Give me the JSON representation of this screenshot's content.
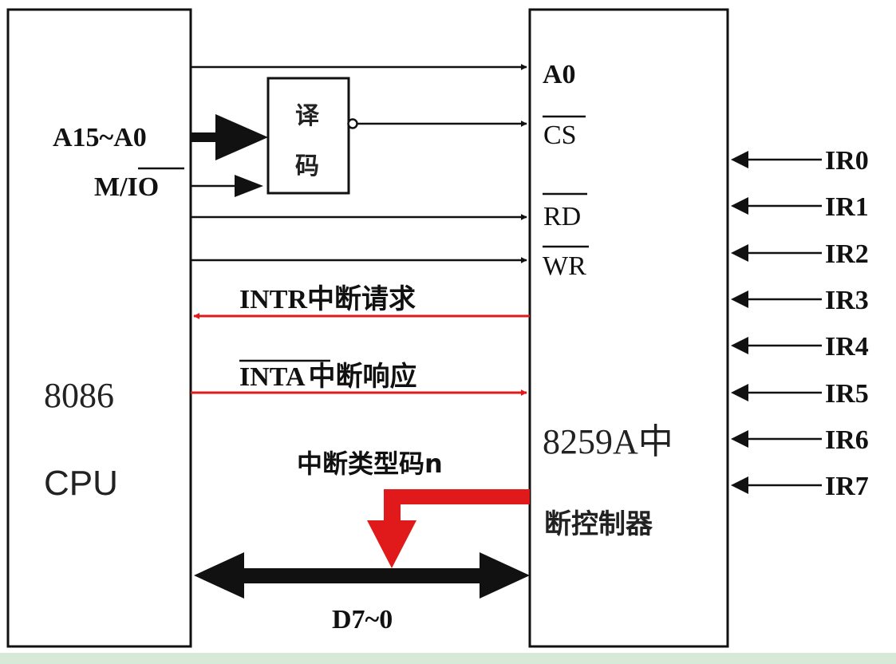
{
  "cpu": {
    "line1": "8086",
    "line2": "CPU"
  },
  "controller": {
    "line1": "8259A中",
    "line2": "断控制器"
  },
  "decoder": {
    "char1": "译",
    "char2": "码"
  },
  "inputs": {
    "address_bus": "A15~A0",
    "mio_prefix": "M/",
    "mio_bar": "IO"
  },
  "pins": {
    "a0": "A0",
    "cs": "CS",
    "rd": "RD",
    "wr": "WR"
  },
  "signals": {
    "intr": "INTR中断请求",
    "inta_bar": "INTA",
    "inta_text": "中断响应",
    "type_code": "中断类型码n"
  },
  "data_bus": "D7~0",
  "irq_lines": [
    "IR0",
    "IR1",
    "IR2",
    "IR3",
    "IR4",
    "IR5",
    "IR6",
    "IR7"
  ],
  "colors": {
    "line": "#111111",
    "signal_red": "#e01a1a",
    "footer_green": "#d7ead8"
  }
}
